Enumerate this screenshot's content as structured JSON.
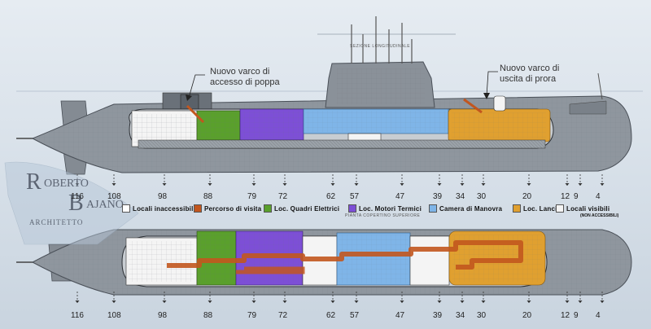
{
  "section_labels": {
    "longitudinal": "SEZIONE LONGITUDINALE",
    "upper_deck_plan": "PIANTA COPERTINO SUPERIORE"
  },
  "callouts": {
    "stern_access": [
      "Nuovo varco di",
      "accesso di poppa"
    ],
    "bow_exit": [
      "Nuovo varco di",
      "uscita di prora"
    ]
  },
  "legend": [
    {
      "id": "inaccessible",
      "label": "Locali inaccessibili",
      "color": "#ffffff"
    },
    {
      "id": "route",
      "label": "Percorso di visita",
      "color": "#c2561e"
    },
    {
      "id": "electrical",
      "label": "Loc. Quadri Elettrici",
      "color": "#5aa02c"
    },
    {
      "id": "engines",
      "label": "Loc. Motori Termici",
      "color": "#7d4fd6"
    },
    {
      "id": "control",
      "label": "Camera di Manovra",
      "color": "#7fb5e8"
    },
    {
      "id": "launch",
      "label": "Loc. Lancio",
      "color": "#e0a030"
    },
    {
      "id": "visible",
      "label": "Locali visibili",
      "sub": "(NON ACCESSIBILI)",
      "color": "#f4f4f4"
    }
  ],
  "frame_numbers": [
    "116",
    "108",
    "98",
    "88",
    "79",
    "72",
    "62",
    "57",
    "47",
    "39",
    "34",
    "30",
    "20",
    "12",
    "9",
    "4"
  ],
  "logo": {
    "r": "R",
    "oberto": "OBERTO",
    "b": "B",
    "ajano": "AJANO",
    "architetto": "ARCHITETTO"
  },
  "colors": {
    "hull": "#8f969e",
    "hull_dark": "#5c636b",
    "pressure_hull": "#c8cdd2",
    "electrical": "#5aa02c",
    "engines": "#7d4fd6",
    "control": "#7fb5e8",
    "launch": "#e0a030",
    "route": "#c2561e",
    "visible": "#f4f4f4"
  }
}
